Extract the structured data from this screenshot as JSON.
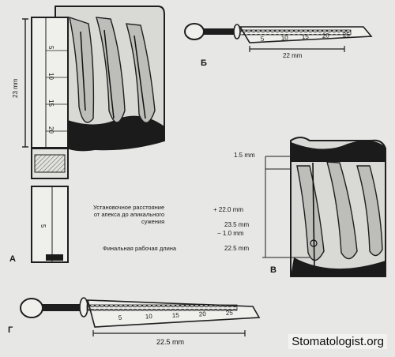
{
  "panels": {
    "a": "А",
    "b": "Б",
    "v": "В",
    "g": "Г"
  },
  "panel_a": {
    "length_label": "23 mm",
    "scale_top": [
      "5",
      "10",
      "15",
      "20"
    ],
    "scale_bottom": [
      "5"
    ]
  },
  "panel_b": {
    "length_label": "22 mm",
    "scale": [
      "5",
      "10",
      "15",
      "20",
      "25"
    ]
  },
  "panel_v": {
    "offset_label": "1.5 mm",
    "set_distance_label": "Установочное расстояние\nот апекса до апикального\nсужения",
    "set_distance_value": "+ 22.0 mm",
    "sum_value": "23.5 mm",
    "subtract_value": "− 1.0 mm",
    "final_label": "Финальная рабочая длина",
    "final_value": "22.5 mm"
  },
  "panel_g": {
    "length_label": "22.5 mm",
    "scale": [
      "5",
      "10",
      "15",
      "20",
      "25"
    ]
  },
  "watermark": "Stomatologist.org"
}
